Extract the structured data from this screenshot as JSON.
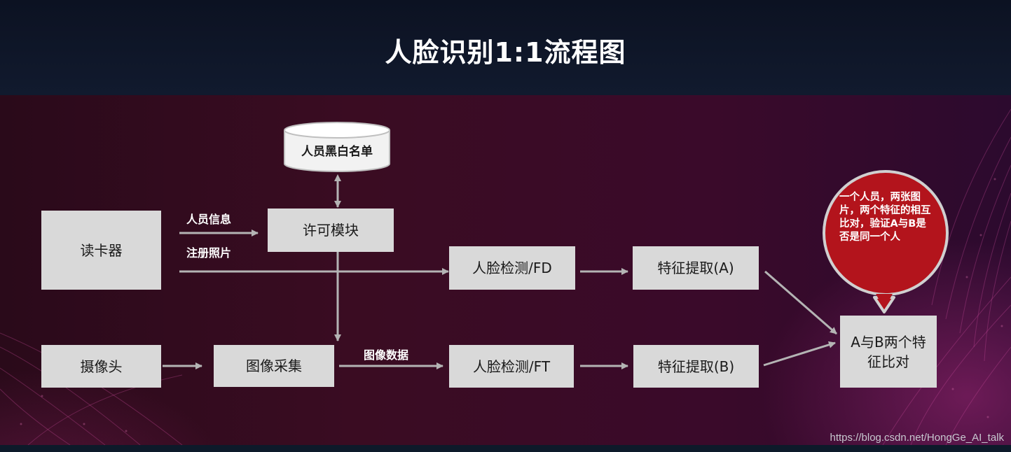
{
  "title": "人脸识别1:1流程图",
  "nodes": {
    "card_reader": "读卡器",
    "license_module": "许可模块",
    "blacklist_db": "人员黑白名单",
    "camera": "摄像头",
    "image_capture": "图像采集",
    "face_detect_fd": "人脸检测/FD",
    "face_detect_ft": "人脸检测/FT",
    "feature_a": "特征提取(A)",
    "feature_b": "特征提取(B)",
    "compare": "A与B两个特征比对"
  },
  "edge_labels": {
    "person_info": "人员信息",
    "registered_photo": "注册照片",
    "image_data": "图像数据"
  },
  "callout": "一个人员，两张图片，两个特征的相互比对，验证A与B是否是同一个人",
  "watermark": "https://blog.csdn.net/HongGe_AI_talk",
  "colors": {
    "box": "#d9d9d9",
    "connector": "#b4b4b4",
    "callout_fill": "#b3141c",
    "callout_border": "#d0d0d0",
    "background": "#3a0c22"
  }
}
